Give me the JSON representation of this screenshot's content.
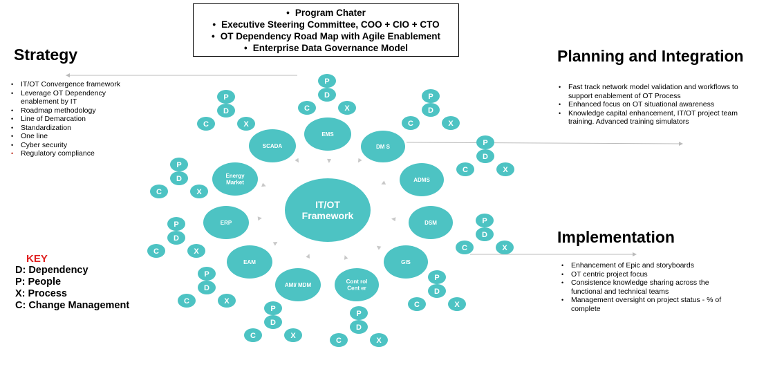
{
  "charter": {
    "items": [
      "Program Chater",
      "Executive Steering Committee, COO + CIO + CTO",
      "OT Dependency Road Map with Agile Enablement",
      "Enterprise Data Governance Model"
    ]
  },
  "strategy": {
    "heading": "Strategy",
    "items": [
      "IT/OT Convergence framework",
      "Leverage OT Dependency enablement by IT",
      "Roadmap methodology",
      "Line of Demarcation",
      "Standardization",
      "One line",
      "Cyber security",
      "Regulatory compliance"
    ]
  },
  "planning": {
    "heading": "Planning and Integration",
    "items": [
      "Fast track network model validation and workflows to support enablement of OT Process",
      "Enhanced focus on OT situational awareness",
      "Knowledge capital enhancement, IT/OT project team training.  Advanced training simulators"
    ]
  },
  "implementation": {
    "heading": "Implementation",
    "items": [
      "Enhancement of Epic and storyboards",
      "OT centric project focus",
      "Consistence knowledge sharing across the functional and technical teams",
      "Management oversight on project status - % of complete"
    ]
  },
  "key": {
    "title": "KEY",
    "items": [
      "D: Dependency",
      "P: People",
      "X: Process",
      "C: Change Management"
    ]
  },
  "diagram": {
    "center_label": [
      "IT/OT",
      "Framework"
    ],
    "nodes": [
      {
        "id": "scada",
        "label": [
          "SCADA"
        ]
      },
      {
        "id": "ems",
        "label": [
          "EMS"
        ]
      },
      {
        "id": "dms",
        "label": [
          "DM S"
        ]
      },
      {
        "id": "adms",
        "label": [
          "ADMS"
        ]
      },
      {
        "id": "dsm",
        "label": [
          "DSM"
        ]
      },
      {
        "id": "gis",
        "label": [
          "GIS"
        ]
      },
      {
        "id": "control-center",
        "label": [
          "Cont rol",
          "Cent er"
        ]
      },
      {
        "id": "ami-mdm",
        "label": [
          "AMI/ MDM"
        ]
      },
      {
        "id": "eam",
        "label": [
          "EAM"
        ]
      },
      {
        "id": "erp",
        "label": [
          "ERP"
        ]
      },
      {
        "id": "energy-market",
        "label": [
          "Energy",
          "Market"
        ]
      }
    ],
    "pdcx_letters": [
      "P",
      "D",
      "C",
      "X"
    ],
    "colors": {
      "teal": "#4dc3c3",
      "text": "#ffffff",
      "arrow": "#c8c8c8",
      "line": "#bbbbbb"
    }
  }
}
